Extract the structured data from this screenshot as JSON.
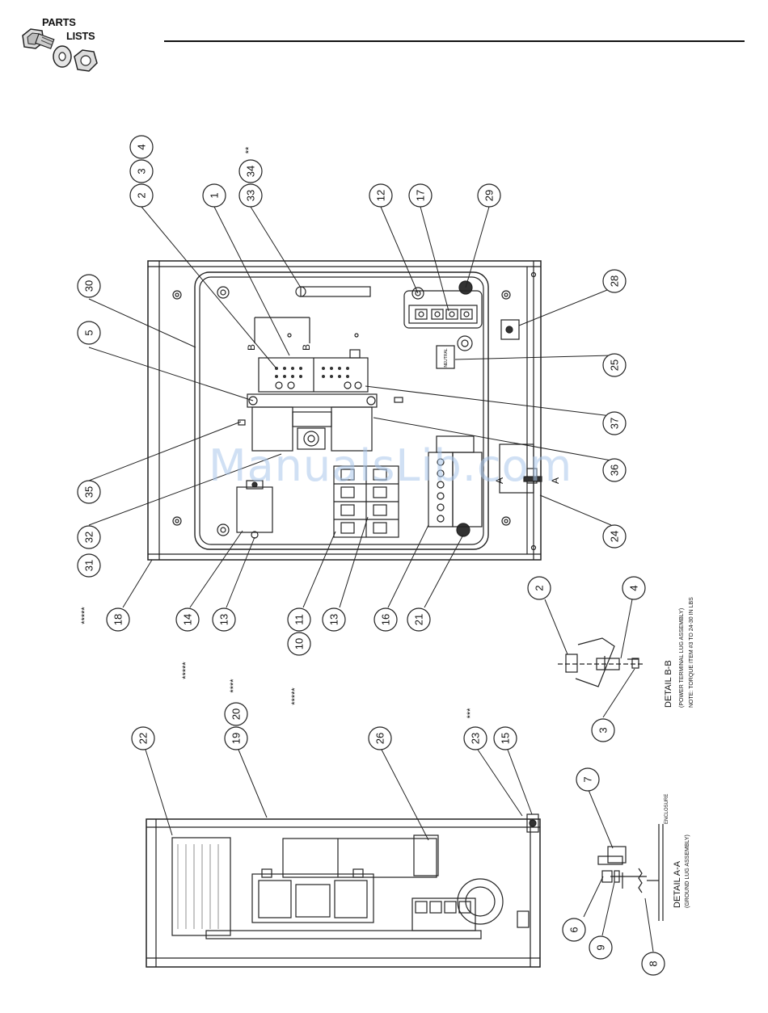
{
  "header": {
    "title_line1": "PARTS",
    "title_line2": "LISTS"
  },
  "watermark": "ManualsLib.com",
  "callouts": {
    "top": [
      "4",
      "3",
      "2",
      "1",
      "33",
      "34",
      "12",
      "17",
      "29"
    ],
    "left": [
      "30",
      "5",
      "35",
      "32",
      "31"
    ],
    "right": [
      "28",
      "25",
      "37",
      "36",
      "24"
    ],
    "bottom_row": [
      "18",
      "14",
      "13",
      "11",
      "10",
      "13",
      "16",
      "21"
    ],
    "lower": [
      "22",
      "19",
      "20",
      "26",
      "23",
      "15"
    ],
    "detail_bb": [
      "2",
      "4",
      "3"
    ],
    "detail_aa": [
      "7",
      "6",
      "9",
      "8"
    ]
  },
  "annotations": {
    "double_star": "**",
    "triple_star": "***",
    "four_star": "****",
    "five_star": "*****"
  },
  "section_marks": {
    "a": "A",
    "b": "B"
  },
  "component_labels": {
    "neutral": "NEUTRAL"
  },
  "detail_bb": {
    "title": "DETAIL B-B",
    "subtitle": "(POWER TERMINAL LUG ASSEMBLY)",
    "note": "NOTE: TORQUE ITEM #3 TO 24-30 IN LBS"
  },
  "detail_aa": {
    "title": "DETAIL A-A",
    "subtitle": "(GROUND LUG ASSEMBLY)",
    "enclosure": "ENCLOSURE"
  },
  "icons": [
    "bolt-icon",
    "washer-icon",
    "nut-icon"
  ]
}
